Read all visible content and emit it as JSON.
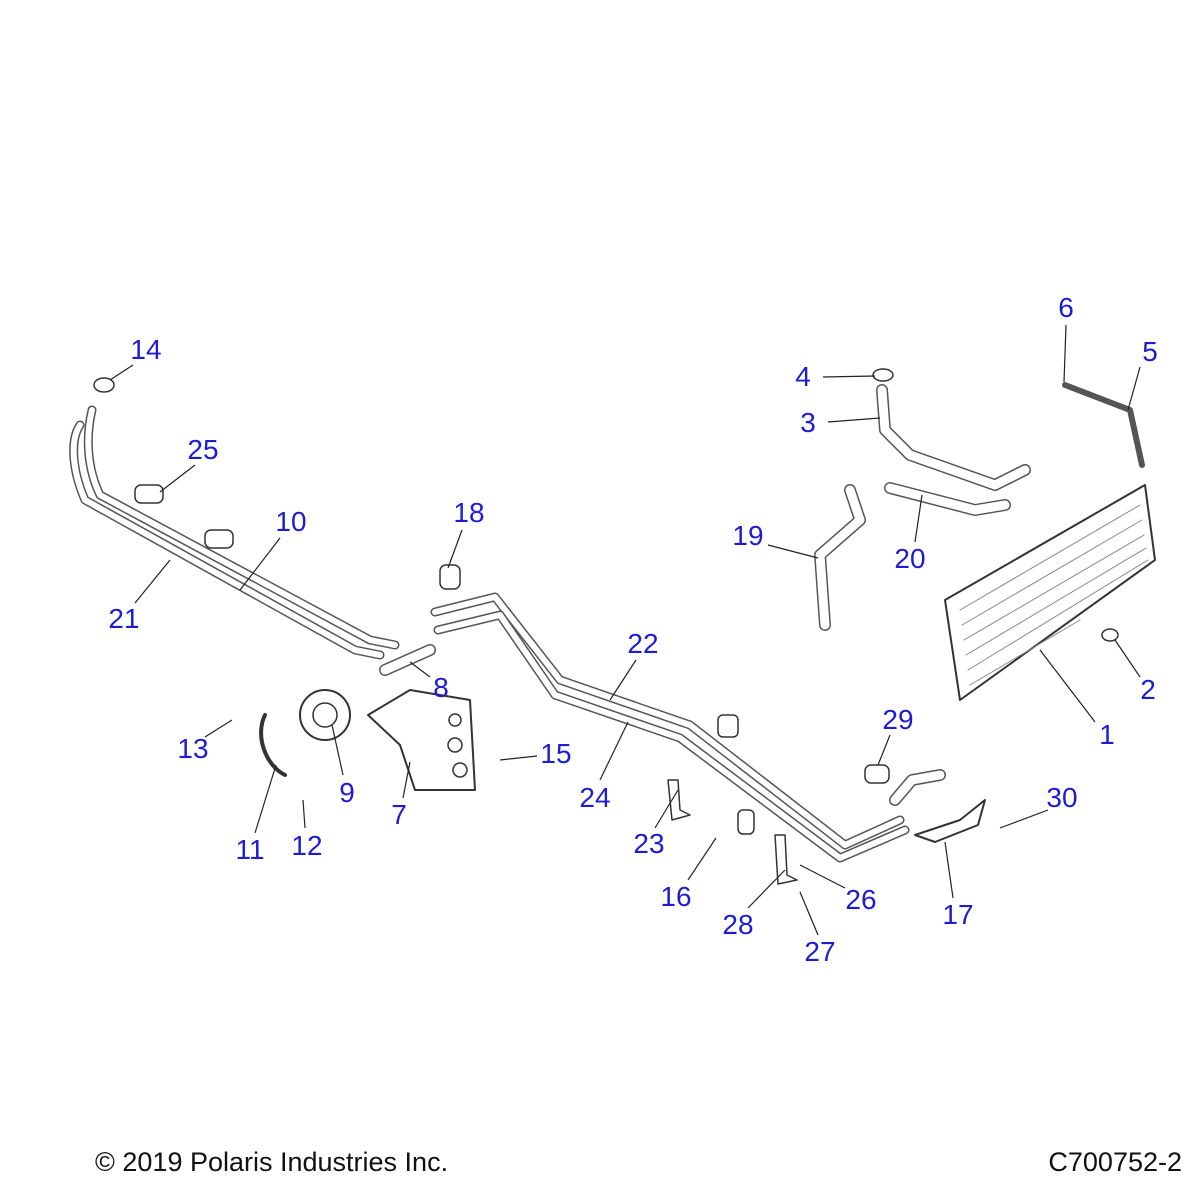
{
  "diagram": {
    "callouts": [
      "1",
      "2",
      "3",
      "4",
      "5",
      "6",
      "7",
      "8",
      "9",
      "10",
      "11",
      "12",
      "13",
      "14",
      "15",
      "16",
      "17",
      "18",
      "19",
      "20",
      "21",
      "22",
      "23",
      "24",
      "25",
      "26",
      "27",
      "28",
      "29",
      "30"
    ],
    "colors": {
      "callout": "#1c1cd4",
      "line": "#222222"
    }
  },
  "footer": {
    "copyright": "© 2019 Polaris Industries Inc.",
    "drawing_number": "C700752-2"
  }
}
